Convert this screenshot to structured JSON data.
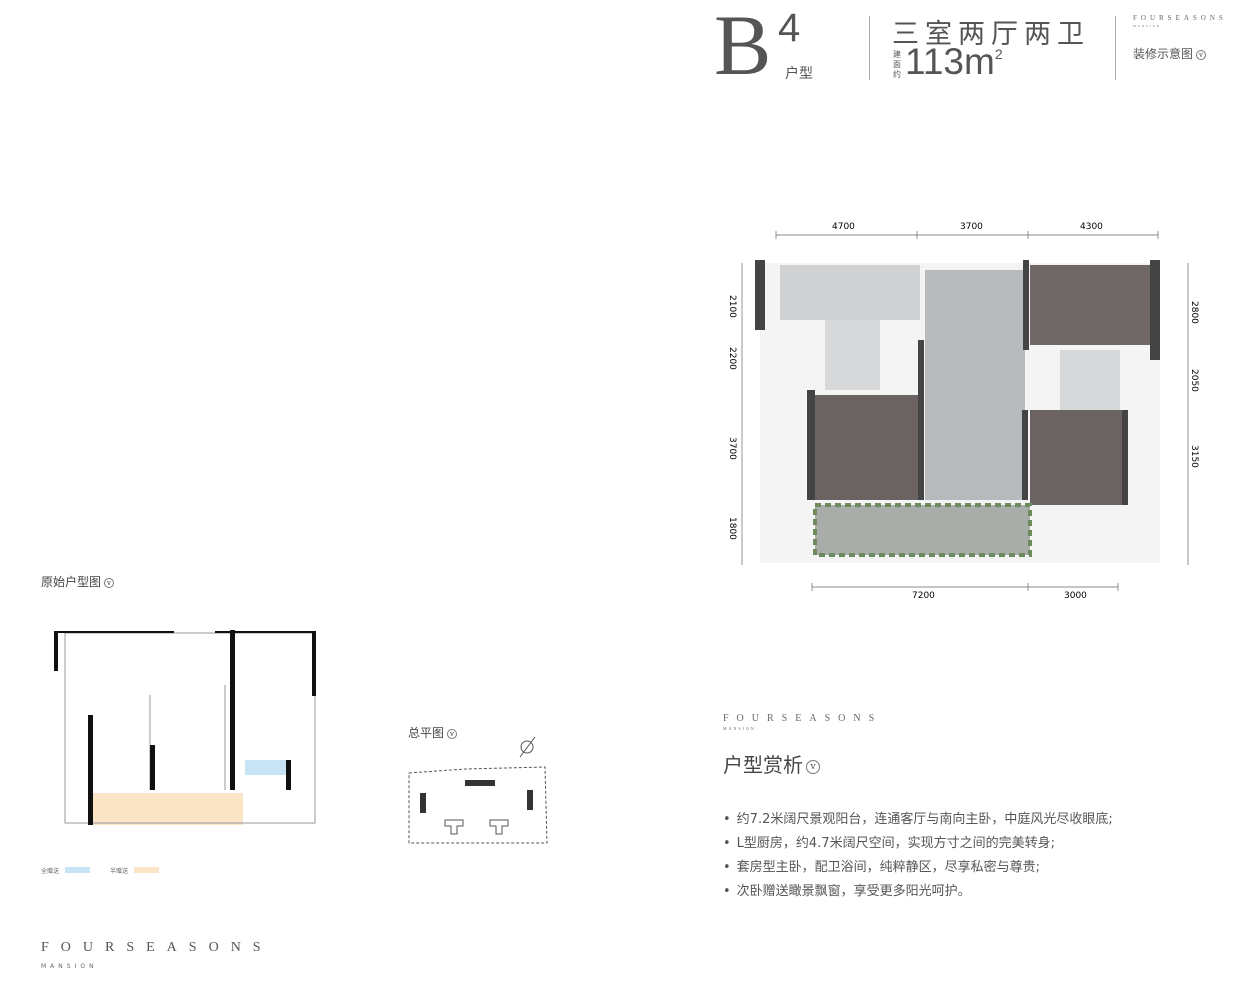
{
  "header": {
    "unit_letter": "B",
    "unit_number": "4",
    "unit_type_label": "户型",
    "rooms": "三室两厅两卫",
    "area_label": "建面约",
    "area_value": "113",
    "area_unit": "m",
    "area_unit_sup": "2",
    "brand": "FOURSEASONS",
    "brand_sub": "MANSION",
    "decor_label": "装修示意图"
  },
  "floorplan": {
    "top_dims": [
      "4700",
      "3700",
      "4300"
    ],
    "left_dims": [
      "2100",
      "2200",
      "3700",
      "1800"
    ],
    "right_dims": [
      "2800",
      "2050",
      "3150"
    ],
    "bottom_dims": [
      "7200",
      "3000"
    ]
  },
  "original_plan": {
    "title": "原始户型图",
    "legend": [
      {
        "label": "全赠送",
        "color": "#c6e4f3"
      },
      {
        "label": "半赠送",
        "color": "#fbe3c6"
      }
    ]
  },
  "site_plan": {
    "title": "总平图"
  },
  "analysis": {
    "brand": "FOURSEASONS",
    "brand_sub": "MANSION",
    "title": "户型赏析",
    "points": [
      "约7.2米阔尺景观阳台，连通客厅与南向主卧，中庭风光尽收眼底;",
      "L型厨房，约4.7米阔尺空间，实现方寸之间的完美转身;",
      "套房型主卧，配卫浴间，纯粹静区，尽享私密与尊贵;",
      "次卧赠送瞰景飘窗，享受更多阳光呵护。"
    ]
  },
  "footer": {
    "brand": "FOURSEASONS",
    "brand_sub": "MANSION"
  }
}
